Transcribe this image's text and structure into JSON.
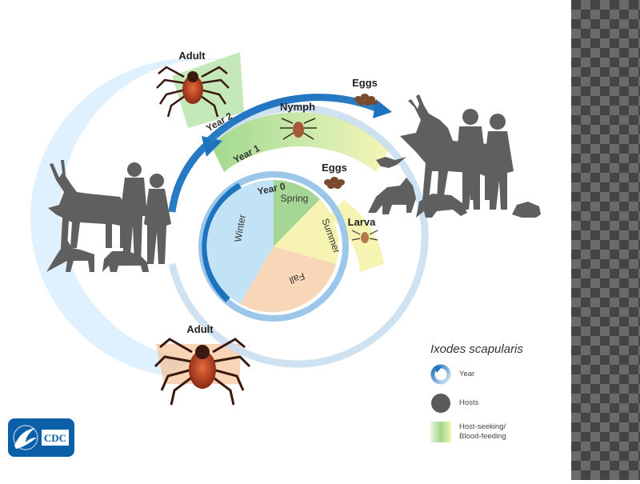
{
  "labels": {
    "adult_top": "Adult",
    "adult_bottom": "Adult",
    "eggs_top": "Eggs",
    "eggs_mid": "Eggs",
    "nymph": "Nymph",
    "larva": "Larva",
    "year2": "Year 2",
    "year1": "Year 1",
    "year0": "Year 0"
  },
  "seasons": [
    "Spring",
    "Summer",
    "Fall",
    "Winter"
  ],
  "legend": {
    "title": "Ixodes scapularis",
    "items": [
      {
        "label_line1": "Year",
        "label_line2": ""
      },
      {
        "label_line1": "Hosts",
        "label_line2": ""
      },
      {
        "label_line1": "Host-seeking/",
        "label_line2": "Blood-feeding"
      }
    ]
  },
  "logo": {
    "text": "CDC"
  },
  "colors": {
    "arrow_blue": "#1e73be",
    "host_gray": "#5f5f5f",
    "spring": "#9fd08f",
    "summer": "#f6f3b3",
    "fall": "#f8d6b8",
    "winter": "#bfe0f4",
    "orange": "#f08a3e",
    "tick_brown": "#7a2a17",
    "tick_red": "#c24a28"
  }
}
